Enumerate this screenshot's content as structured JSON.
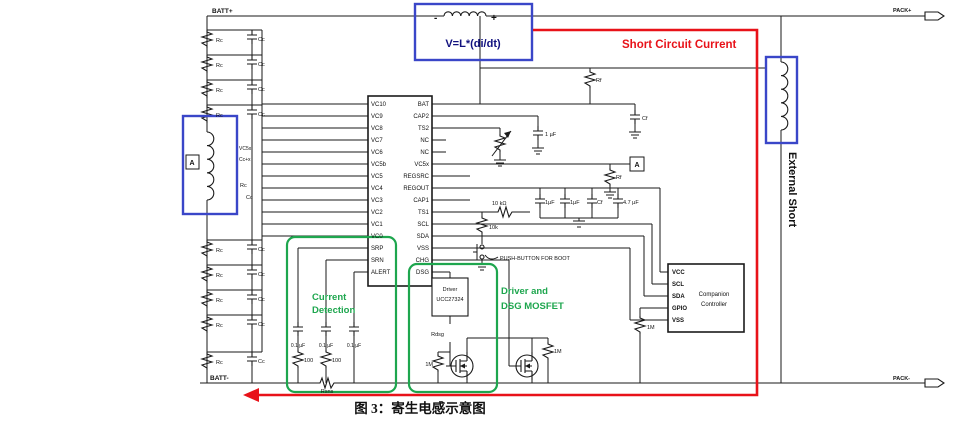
{
  "colors": {
    "blue": "#3a46c8",
    "green": "#1ea64e",
    "red": "#e81219"
  },
  "caption": "图 3：寄生电感示意图",
  "terminals": {
    "batt_plus": "BATT+",
    "batt_minus": "BATT-",
    "pack_plus": "PACK+",
    "pack_minus": "PACK-"
  },
  "formula": {
    "minus": "-",
    "plus": "+",
    "text": "V=L*(di/dt)"
  },
  "notes": {
    "short_circuit": "Short Circuit Current",
    "external_short": "External Short",
    "current_line1": "Current",
    "current_line2": "Detection",
    "driver_line1": "Driver and",
    "driver_line2": "DSG MOSFET",
    "push_button": "PUSH-BUTTON FOR BOOT",
    "marker": "A"
  },
  "ladder": {
    "res": "Rc",
    "cap": "Cc",
    "vc5x": "VC5x",
    "ccx": "Cc+x"
  },
  "ic": {
    "left_pins": [
      "VC10",
      "VC9",
      "VC8",
      "VC7",
      "VC6",
      "VC5b",
      "VC5",
      "VC4",
      "VC3",
      "VC2",
      "VC1",
      "VC0",
      "SRP",
      "SRN",
      "ALERT"
    ],
    "right_pins": [
      "BAT",
      "CAP2",
      "TS2",
      "NC",
      "NC",
      "VC5x",
      "REGSRC",
      "REGOUT",
      "CAP1",
      "TS1",
      "SCL",
      "SDA",
      "VSS",
      "CHG",
      "DSG"
    ]
  },
  "parts": {
    "rf": "Rf",
    "cf": "Cf",
    "c1uf_spaced": "1 µF",
    "c1uf": "1µF",
    "c47uf": "4.7 µF",
    "r10kohm": "10 kΩ",
    "r10k": "10k",
    "r1m": "1M",
    "r100": "100",
    "c01uf": "0.1 µF",
    "rsns": "Rsns",
    "rdsg": "Rdsg"
  },
  "companion": {
    "pins": [
      "VCC",
      "SCL",
      "SDA",
      "GPIO",
      "VSS"
    ],
    "line1": "Companion",
    "line2": "Controller"
  },
  "driver": {
    "line1": "Driver",
    "line2": "UCC27324"
  }
}
